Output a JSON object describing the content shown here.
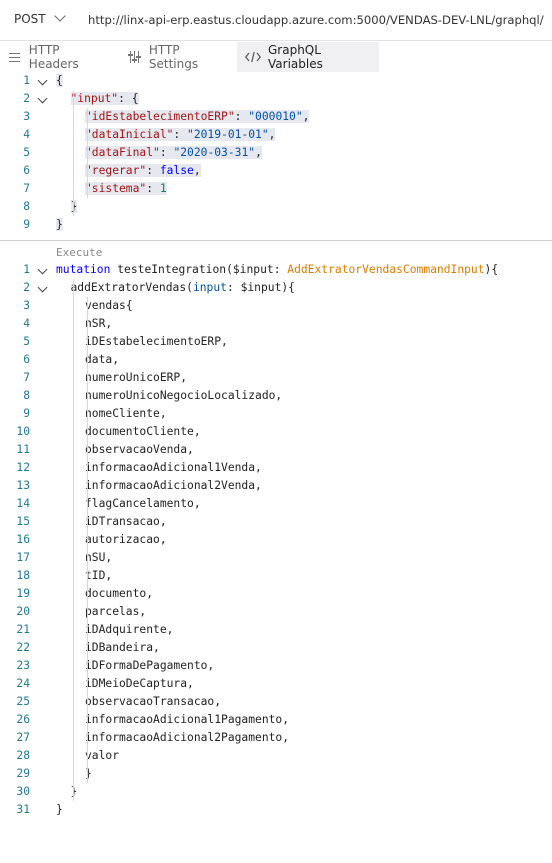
{
  "request": {
    "method": "POST",
    "url": "http://linx-api-erp.eastus.cloudapp.azure.com:5000/VENDAS-DEV-LNL/graphql/"
  },
  "tabs": [
    {
      "label": "HTTP Headers",
      "icon": "lines-icon",
      "active": false
    },
    {
      "label": "HTTP Settings",
      "icon": "sliders-icon",
      "active": false
    },
    {
      "label": "GraphQL Variables",
      "icon": "code-icon",
      "active": true
    }
  ],
  "variables": {
    "line_numbers": [
      "1",
      "2",
      "3",
      "4",
      "5",
      "6",
      "7",
      "8",
      "9"
    ],
    "lines": [
      {
        "open": "{"
      },
      {
        "key": "\"input\"",
        "sep": ": ",
        "open": "{"
      },
      {
        "key": "\"idEstabelecimentoERP\"",
        "sep": ": ",
        "value": "\"000010\"",
        "vtype": "str",
        "end": ","
      },
      {
        "key": "\"dataInicial\"",
        "sep": ": ",
        "value": "\"2019-01-01\"",
        "vtype": "str",
        "end": ","
      },
      {
        "key": "\"dataFinal\"",
        "sep": ": ",
        "value": "\"2020-03-31\"",
        "vtype": "str",
        "end": ","
      },
      {
        "key": "\"regerar\"",
        "sep": ": ",
        "value": "false",
        "vtype": "bool",
        "end": ","
      },
      {
        "key": "\"sistema\"",
        "sep": ": ",
        "value": "1",
        "vtype": "num",
        "end": ""
      },
      {
        "close": "}"
      },
      {
        "close": "}"
      }
    ]
  },
  "execute_label": "Execute",
  "query": {
    "line_numbers": [
      "1",
      "2",
      "3",
      "4",
      "5",
      "6",
      "7",
      "8",
      "9",
      "10",
      "11",
      "12",
      "13",
      "14",
      "15",
      "16",
      "17",
      "18",
      "19",
      "20",
      "21",
      "22",
      "23",
      "24",
      "25",
      "26",
      "27",
      "28",
      "29",
      "30",
      "31"
    ],
    "keyword": "mutation",
    "operation_name": "testeIntegration",
    "var_name": "$input",
    "var_type": "AddExtratorVendasCommandInput",
    "field_name": "addExtratorVendas",
    "arg_name": "input",
    "arg_value": "$input",
    "selection": "vendas",
    "fields": [
      "nSR,",
      "iDEstabelecimentoERP,",
      "data,",
      "numeroUnicoERP,",
      "numeroUnicoNegocioLocalizado,",
      "nomeCliente,",
      "documentoCliente,",
      "observacaoVenda,",
      "informacaoAdicional1Venda,",
      "informacaoAdicional2Venda,",
      "flagCancelamento,",
      "iDTransacao,",
      "autorizacao,",
      "nSU,",
      "tID,",
      "documento,",
      "parcelas,",
      "iDAdquirente,",
      "iDBandeira,",
      "iDFormaDePagamento,",
      "iDMeioDeCaptura,",
      "observacaoTransacao,",
      "informacaoAdicional1Pagamento,",
      "informacaoAdicional2Pagamento,",
      "valor"
    ]
  },
  "colors": {
    "line_number": "#237893",
    "json_key": "#a31515",
    "string": "#0451a5",
    "boolean": "#0000ff",
    "number": "#098658",
    "keyword": "#0000ff",
    "type": "#e07c00",
    "selection_bg": "#e6e8f0"
  }
}
